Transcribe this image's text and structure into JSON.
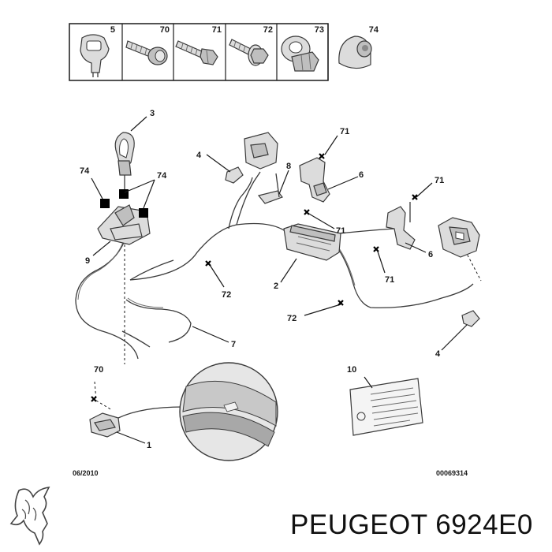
{
  "legend": {
    "items": [
      {
        "num": "5"
      },
      {
        "num": "70"
      },
      {
        "num": "71"
      },
      {
        "num": "72"
      },
      {
        "num": "73"
      },
      {
        "num": "74"
      }
    ]
  },
  "callouts": {
    "c3": "3",
    "c74a": "74",
    "c74b": "74",
    "c9": "9",
    "c4a": "4",
    "c8": "8",
    "c71a": "71",
    "c6a": "6",
    "c71b": "71",
    "c71c": "71",
    "c6b": "6",
    "c71d": "71",
    "c72a": "72",
    "c2": "2",
    "c72b": "72",
    "c7": "7",
    "c4b": "4",
    "c70": "70",
    "c1": "1",
    "c10": "10"
  },
  "footer": {
    "date": "06/2010",
    "ref": "00069314"
  },
  "brand": {
    "text": "PEUGEOT 6924E0"
  }
}
